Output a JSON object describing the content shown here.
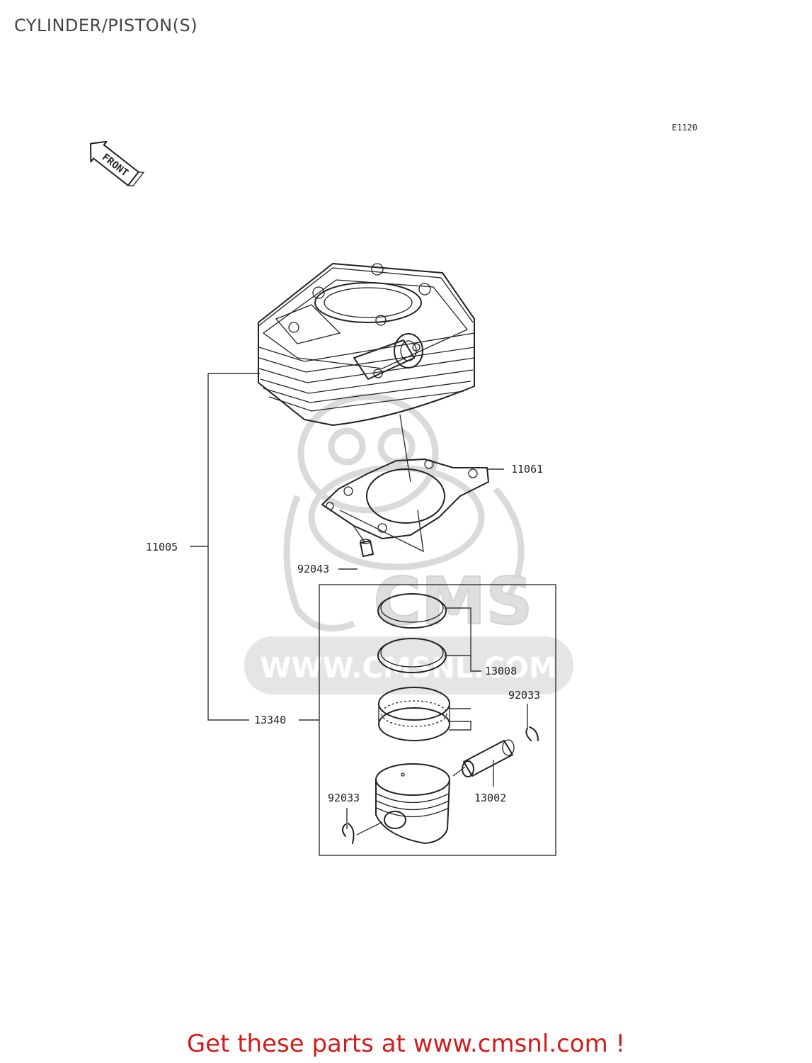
{
  "title": "CYLINDER/PISTON(S)",
  "diagram_code": "E1120",
  "direction_label": "FRONT",
  "watermark_text": "WWW.CMSNL.COM",
  "watermark_logo_text": "CMS",
  "parts": [
    {
      "number": "11005"
    },
    {
      "number": "11061"
    },
    {
      "number": "92043"
    },
    {
      "number": "13008"
    },
    {
      "number": "92033"
    },
    {
      "number": "13340"
    },
    {
      "number": "92033"
    },
    {
      "number": "13002"
    }
  ],
  "footer": {
    "text": "Get these parts at www.cmsnl.com !"
  },
  "colors": {
    "footer": "#d31b1b",
    "watermark": "#c8c8c8",
    "line": "#222222"
  }
}
